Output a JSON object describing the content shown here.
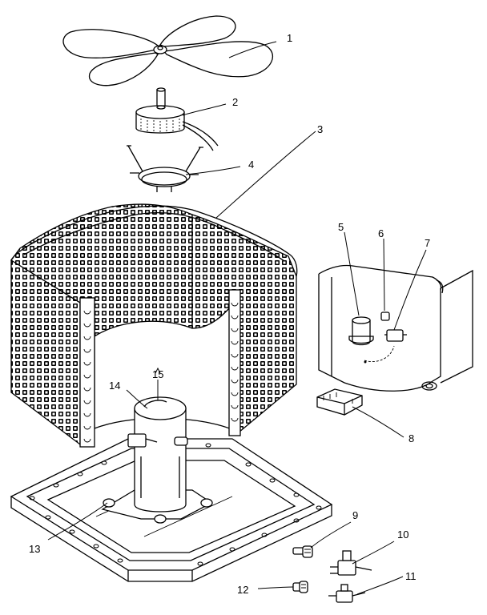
{
  "parts": [
    {
      "id": "part-1",
      "callout": "1"
    },
    {
      "id": "part-2",
      "callout": "2"
    },
    {
      "id": "part-3",
      "callout": "3"
    },
    {
      "id": "part-4",
      "callout": "4"
    },
    {
      "id": "part-5",
      "callout": "5"
    },
    {
      "id": "part-6",
      "callout": "6"
    },
    {
      "id": "part-7",
      "callout": "7"
    },
    {
      "id": "part-8",
      "callout": "8"
    },
    {
      "id": "part-9",
      "callout": "9"
    },
    {
      "id": "part-10",
      "callout": "10"
    },
    {
      "id": "part-11",
      "callout": "11"
    },
    {
      "id": "part-12",
      "callout": "12"
    },
    {
      "id": "part-13",
      "callout": "13"
    },
    {
      "id": "part-14",
      "callout": "14"
    },
    {
      "id": "part-15",
      "callout": "15"
    }
  ]
}
